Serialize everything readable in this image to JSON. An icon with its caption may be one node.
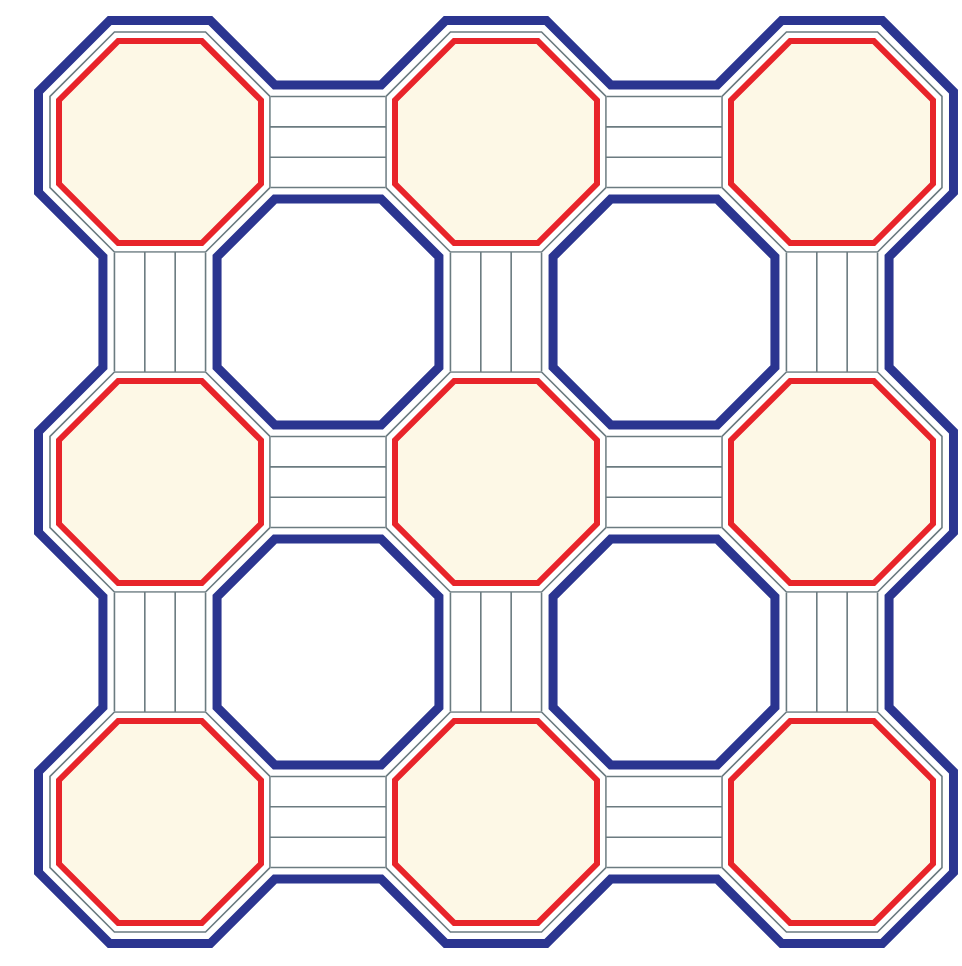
{
  "diagram": {
    "nodes": [
      {
        "text": [],
        "shape": "octagon"
      },
      {
        "text": [],
        "shape": "octagon"
      },
      {
        "text": [],
        "shape": "octagon"
      },
      {
        "text": [],
        "shape": "octagon"
      },
      {
        "text": [],
        "shape": "octagon"
      },
      {
        "text": [],
        "shape": "octagon"
      },
      {
        "text": [],
        "shape": "octagon"
      },
      {
        "text": [],
        "shape": "octagon"
      },
      {
        "text": [],
        "shape": "octagon"
      }
    ],
    "edges": [
      {
        "from": 0,
        "to": 1,
        "arrow": "none"
      },
      {
        "from": 1,
        "to": 2,
        "arrow": "none"
      },
      {
        "from": 0,
        "to": 3,
        "arrow": "none"
      },
      {
        "from": 1,
        "to": 4,
        "arrow": "none"
      },
      {
        "from": 2,
        "to": 5,
        "arrow": "none"
      },
      {
        "from": 3,
        "to": 4,
        "arrow": "none"
      },
      {
        "from": 4,
        "to": 5,
        "arrow": "none"
      },
      {
        "from": 3,
        "to": 6,
        "arrow": "none"
      },
      {
        "from": 4,
        "to": 7,
        "arrow": "none"
      },
      {
        "from": 5,
        "to": 8,
        "arrow": "none"
      },
      {
        "from": 6,
        "to": 7,
        "arrow": "none"
      },
      {
        "from": 7,
        "to": 8,
        "arrow": "none"
      }
    ]
  }
}
